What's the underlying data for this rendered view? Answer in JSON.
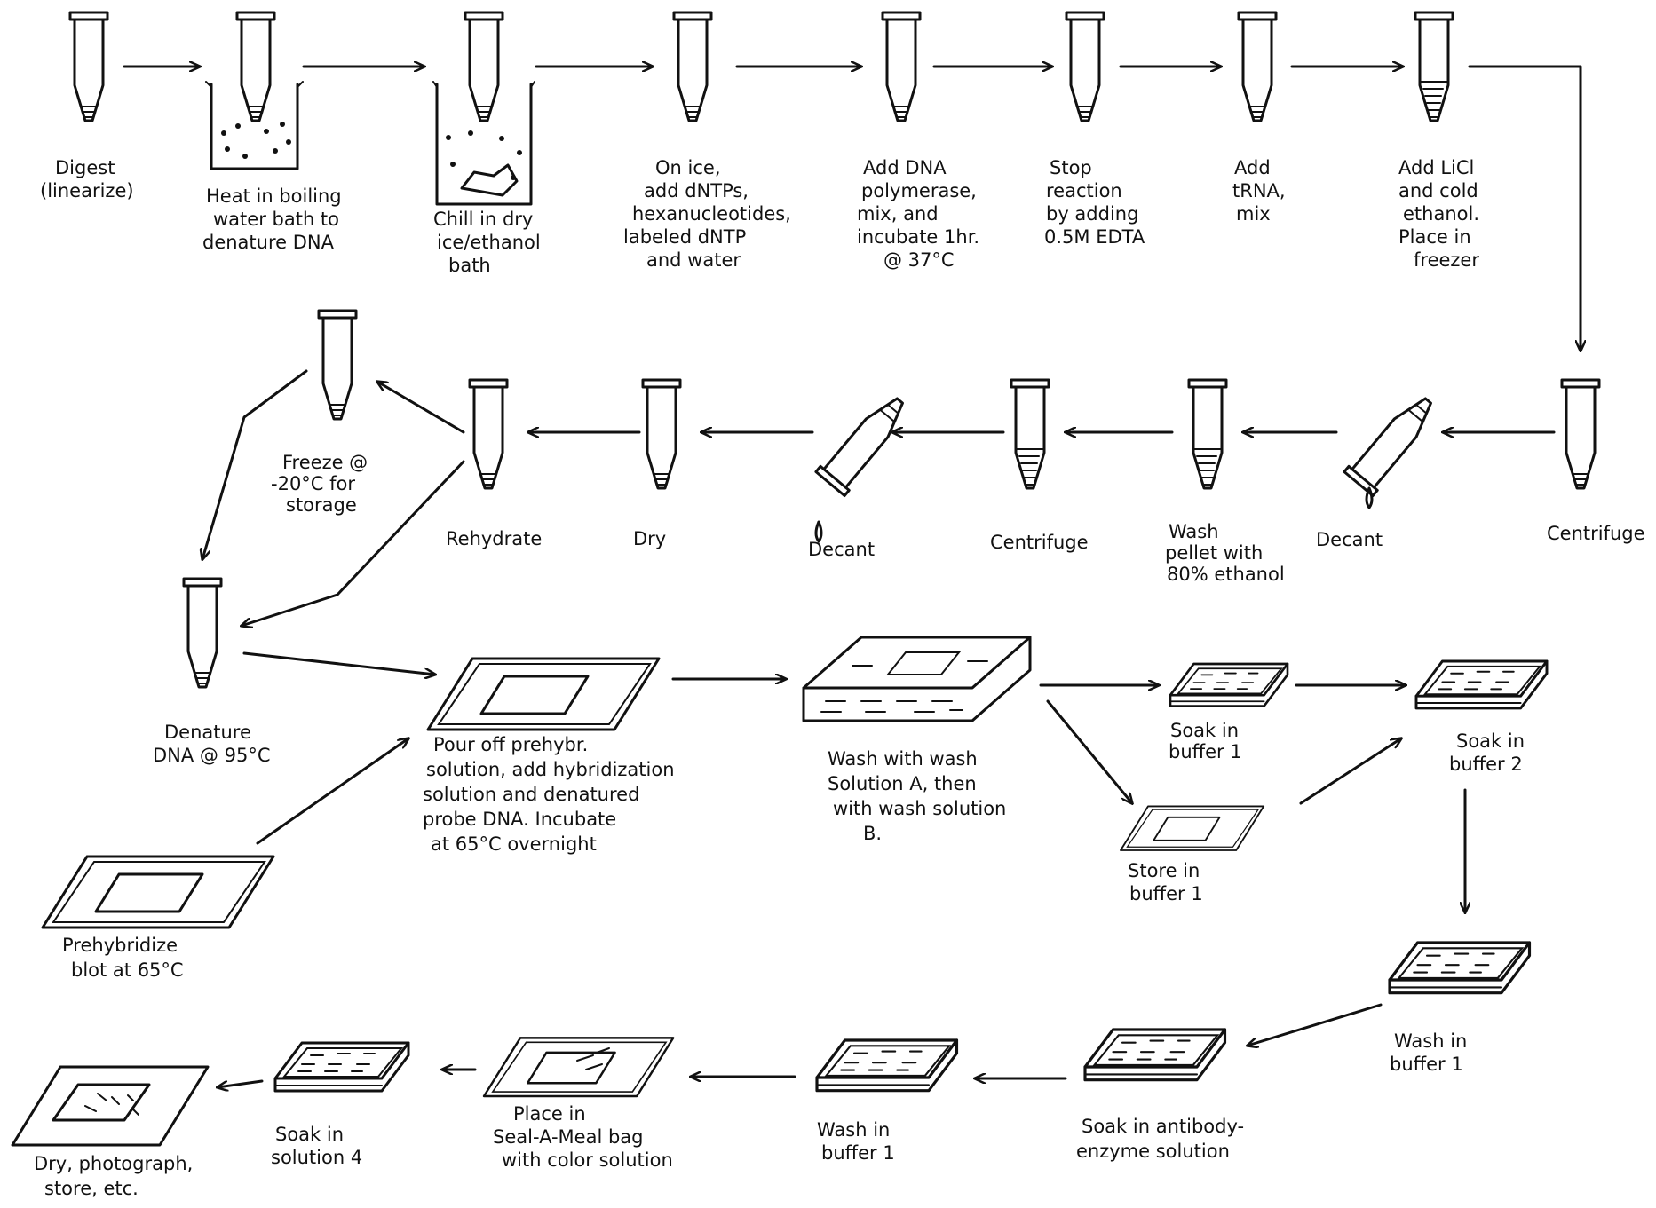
{
  "steps": {
    "digest": [
      "Digest",
      "(linearize)"
    ],
    "heat": [
      "Heat in boiling",
      "water bath to",
      "denature DNA"
    ],
    "chill": [
      "Chill in dry",
      "ice/ethanol",
      "bath"
    ],
    "on_ice": [
      "On ice,",
      "add dNTPs,",
      "hexanucleotides,",
      "labeled dNTP",
      "and water"
    ],
    "polymerase": [
      "Add DNA",
      "polymerase,",
      "mix, and",
      "incubate 1hr.",
      "@ 37°C"
    ],
    "stop": [
      "Stop",
      "reaction",
      "by adding",
      "0.5M EDTA"
    ],
    "trna": [
      "Add",
      "tRNA,",
      "mix"
    ],
    "licl": [
      "Add LiCl",
      "and cold",
      "ethanol.",
      "Place in",
      "freezer"
    ],
    "centrifuge1": [
      "Centrifuge"
    ],
    "decant1": [
      "Decant"
    ],
    "wash_pellet": [
      "Wash",
      "pellet with",
      "80% ethanol"
    ],
    "centrifuge2": [
      "Centrifuge"
    ],
    "decant2": [
      "Decant"
    ],
    "dry1": [
      "Dry"
    ],
    "rehydrate": [
      "Rehydrate"
    ],
    "freeze": [
      "Freeze @",
      "-20°C for",
      "storage"
    ],
    "denature": [
      "Denature",
      "DNA @ 95°C"
    ],
    "prehybridize": [
      "Prehybridize",
      "blot at 65°C"
    ],
    "pour_off": [
      "Pour off prehybr.",
      "solution, add hybridization",
      "solution and denatured",
      "probe DNA. Incubate",
      "at 65°C overnight"
    ],
    "wash_ab": [
      "Wash with wash",
      "Solution A, then",
      "with wash solution",
      "B."
    ],
    "soak_b1": [
      "Soak in",
      "buffer 1"
    ],
    "store_b1": [
      "Store in",
      "buffer 1"
    ],
    "soak_b2": [
      "Soak in",
      "buffer 2"
    ],
    "wash_b1a": [
      "Wash in",
      "buffer 1"
    ],
    "soak_antibody": [
      "Soak in antibody-",
      "enzyme solution"
    ],
    "wash_b1b": [
      "Wash in",
      "buffer 1"
    ],
    "seal_bag": [
      "Place in",
      "Seal-A-Meal bag",
      "with color solution"
    ],
    "soak_s4": [
      "Soak in",
      "solution 4"
    ],
    "final": [
      "Dry, photograph,",
      "store, etc."
    ]
  }
}
